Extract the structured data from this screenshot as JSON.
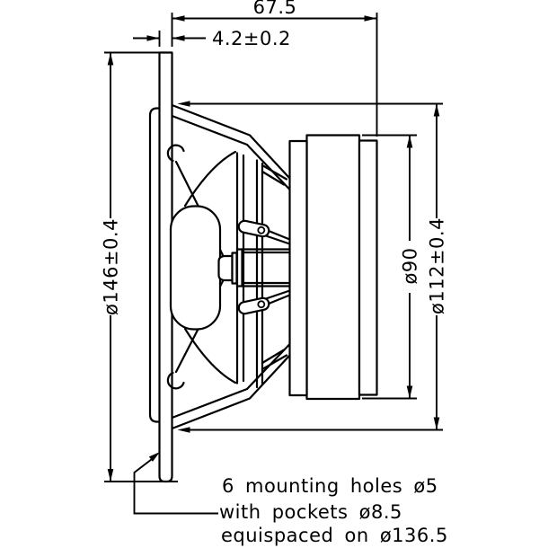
{
  "drawing": {
    "background": "#ffffff",
    "line_color": "#000000",
    "subject": "loudspeaker side-view dimensional drawing"
  },
  "dimensions": {
    "mounting_depth": "67.5",
    "flange_thickness": "4.2±0.2",
    "overall_diameter": "ø146±0.4",
    "magnet_diameter": "ø90",
    "rear_frame_diameter": "ø112±0.4"
  },
  "note": {
    "line1": "6 mounting holes ø5",
    "line2": "with pockets ø8.5",
    "line3": "equispaced on ø136.5"
  }
}
